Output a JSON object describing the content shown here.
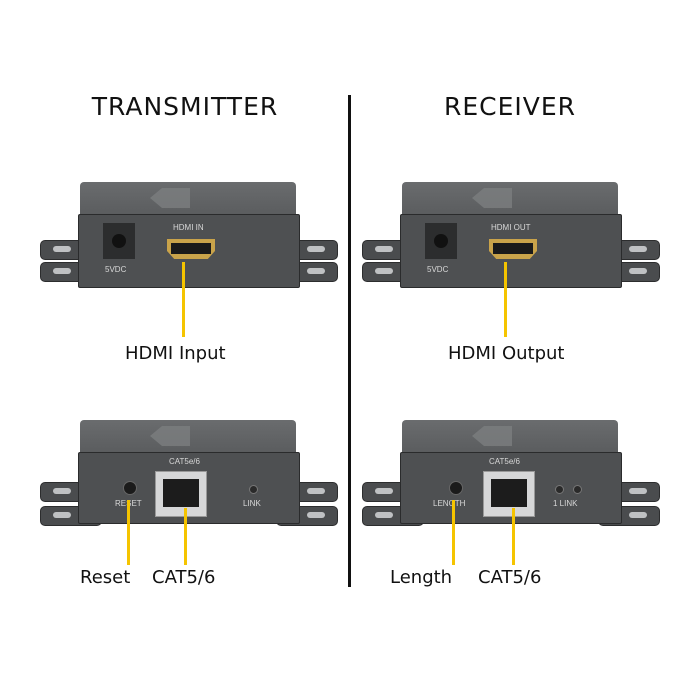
{
  "transmitter": {
    "title": "TRANSMITTER",
    "front": {
      "power_label": "5VDC",
      "hdmi_label": "HDMI IN",
      "callout": "HDMI Input"
    },
    "back": {
      "port_label": "CAT5e/6",
      "reset_label": "RESET",
      "link_label": "LINK",
      "callouts": [
        "Reset",
        "CAT5/6"
      ]
    }
  },
  "receiver": {
    "title": "RECEIVER",
    "front": {
      "power_label": "5VDC",
      "hdmi_label": "HDMI OUT",
      "callout": "HDMI Output"
    },
    "back": {
      "port_label": "CAT5e/6",
      "length_label": "LENGTH",
      "link_label": "1 LINK",
      "callouts": [
        "Length",
        "CAT5/6"
      ]
    }
  },
  "colors": {
    "callout_line": "#f5c400",
    "device": "#4e5052"
  }
}
